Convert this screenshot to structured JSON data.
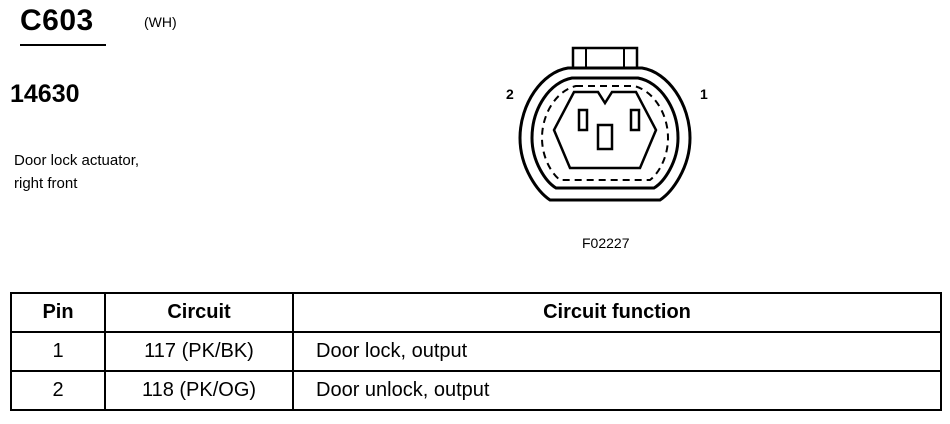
{
  "connector": {
    "id": "C603",
    "color_code": "(WH)",
    "part_number": "14630",
    "description_lines": [
      "Door lock actuator,",
      "right front"
    ]
  },
  "diagram": {
    "pin_labels": {
      "left": "2",
      "right": "1"
    },
    "figure_id": "F02227"
  },
  "table": {
    "headers": {
      "pin": "Pin",
      "circuit": "Circuit",
      "function": "Circuit function"
    },
    "rows": [
      {
        "pin": "1",
        "circuit": "117 (PK/BK)",
        "function": "Door lock, output"
      },
      {
        "pin": "2",
        "circuit": "118 (PK/OG)",
        "function": "Door unlock, output"
      }
    ]
  }
}
